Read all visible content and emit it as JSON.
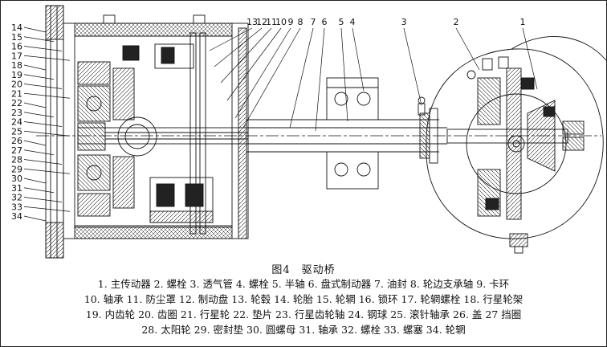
{
  "figure": {
    "caption": "图4　驱动桥",
    "parts_list": [
      "1. 主传动器 2. 螺栓 3. 透气管 4. 螺栓 5. 半轴 6. 盘式制动器 7. 油封 8. 轮边支承轴 9. 卡环",
      "10. 轴承 11. 防尘罩 12. 制动盘 13. 轮毂 14. 轮胎 15. 轮辋 16. 锁环 17. 轮辋螺栓 18. 行星轮架",
      "19. 内齿轮 20. 齿圈 21. 行星轮 22. 垫片 23. 行星齿轮轴 24. 钢球 25. 滚针轴承 26. 盖 27 挡圈",
      "28. 太阳轮 29. 密封垫 30. 圆螺母 31. 轴承 32. 螺栓 33. 螺塞 34. 轮辋"
    ]
  },
  "callouts": {
    "top": [
      "13",
      "12",
      "11",
      "10",
      "9",
      "8",
      "7",
      "6",
      "5",
      "4",
      "3",
      "2",
      "1"
    ],
    "left": [
      "14",
      "15",
      "16",
      "17",
      "18",
      "19",
      "20",
      "21",
      "22",
      "23",
      "24",
      "25",
      "26",
      "27",
      "28",
      "29",
      "30",
      "31",
      "32",
      "33",
      "34"
    ]
  },
  "colors": {
    "ink": "#111111",
    "fill_dark": "#222222",
    "background": "#ffffff"
  }
}
